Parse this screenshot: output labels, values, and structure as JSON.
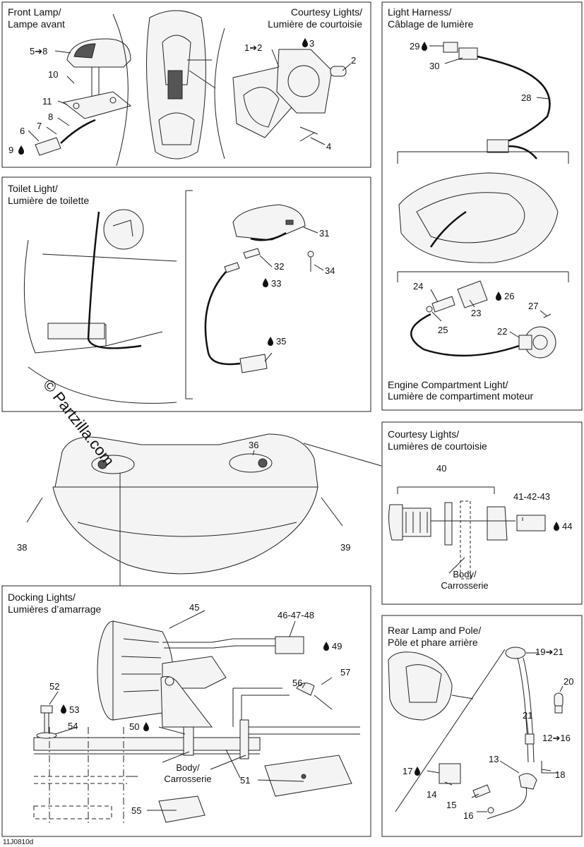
{
  "watermark": "© Partzilla.com",
  "drawing_code": "11J0810d",
  "sections": {
    "front_lamp": {
      "title1": "Front Lamp/",
      "title2": "Lampe avant"
    },
    "courtesy_top": {
      "title1": "Courtesy Lights/",
      "title2": "Lumière de courtoisie"
    },
    "light_harness": {
      "title1": "Light Harness/",
      "title2": "Câblage de lumière"
    },
    "toilet_light": {
      "title1": "Toilet Light/",
      "title2": "Lumière de toilette"
    },
    "engine_light": {
      "title1": "Engine Compartment Light/",
      "title2": "Lumière de compartiment moteur"
    },
    "courtesy_side": {
      "title1": "Courtesy Lights/",
      "title2": "Lumières de courtoisie"
    },
    "docking": {
      "title1": "Docking Lights/",
      "title2": "Lumières d’amarrage"
    },
    "rear_lamp": {
      "title1": "Rear Lamp and Pole/",
      "title2": "Pôle et phare arrière"
    }
  },
  "body_label": {
    "line1": "Body/",
    "line2": "Carrosserie"
  },
  "callouts": {
    "c5_8": "5➔8",
    "c10": "10",
    "c11": "11",
    "c8": "8",
    "c7": "7",
    "c6": "6",
    "c9": "9",
    "c1_2": "1➔2",
    "c3": "3",
    "c2": "2",
    "c4": "4",
    "c29": "29",
    "c30": "30",
    "c28": "28",
    "c31": "31",
    "c32": "32",
    "c33": "33",
    "c34": "34",
    "c35": "35",
    "c24": "24",
    "c26": "26",
    "c27": "27",
    "c23": "23",
    "c25": "25",
    "c22": "22",
    "c36": "36",
    "c38": "38",
    "c39": "39",
    "c40": "40",
    "c41_43": "41-42-43",
    "c44": "44",
    "c45": "45",
    "c46_48": "46-47-48",
    "c49": "49",
    "c52": "52",
    "c53": "53",
    "c54": "54",
    "c50": "50",
    "c56": "56",
    "c57": "57",
    "c51": "51",
    "c55": "55",
    "c19_21": "19➔21",
    "c20": "20",
    "c21": "21",
    "c12_16": "12➔16",
    "c13": "13",
    "c17": "17",
    "c18": "18",
    "c14": "14",
    "c15": "15",
    "c16": "16"
  }
}
